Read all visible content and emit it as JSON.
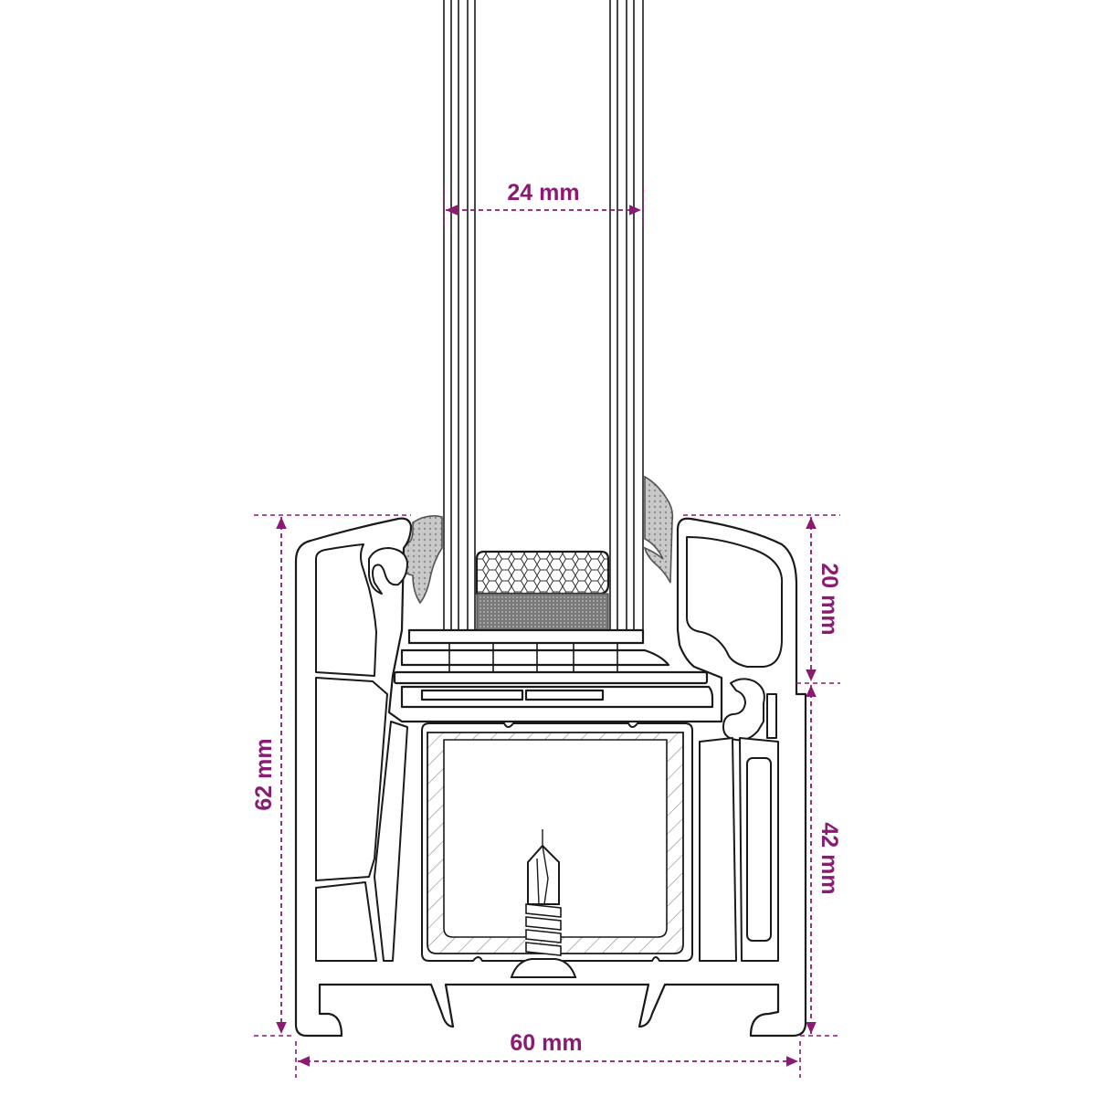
{
  "colors": {
    "dimension": "#8a1a72",
    "line": "#1a1a1a",
    "gasket": "#b8b8b8",
    "background": "#ffffff"
  },
  "dimensions": {
    "glazing_width": "24 mm",
    "frame_width": "60 mm",
    "frame_height": "62 mm",
    "upper_height": "20 mm",
    "lower_height": "42 mm"
  }
}
